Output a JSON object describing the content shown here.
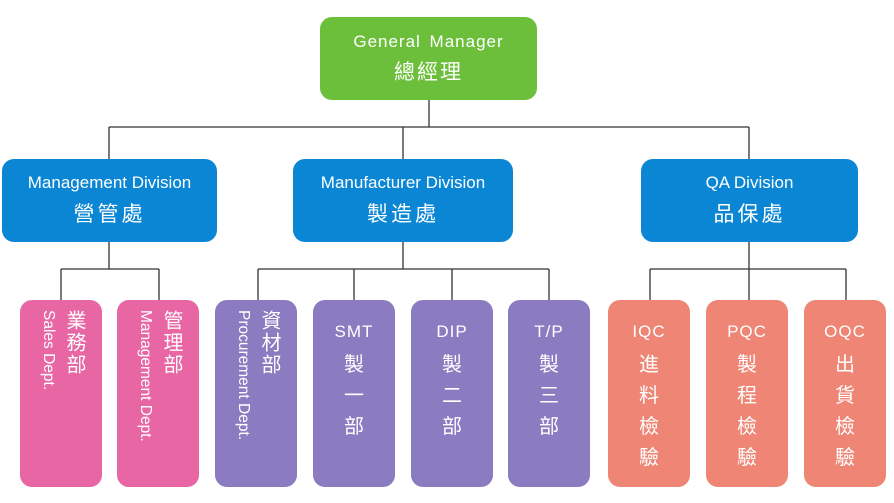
{
  "general_manager": {
    "en": "General Manager",
    "zh": "總經理"
  },
  "divisions": [
    {
      "en": "Management Division",
      "zh": "營管處"
    },
    {
      "en": "Manufacturer Division",
      "zh": "製造處"
    },
    {
      "en": "QA Division",
      "zh": "品保處"
    }
  ],
  "departments": {
    "sales": {
      "zh": "業務部",
      "en": "Sales Dept."
    },
    "management": {
      "zh": "管理部",
      "en": "Management Dept."
    },
    "procurement": {
      "zh": "資材部",
      "en": "Procurement Dept."
    },
    "smt": {
      "code": "SMT",
      "zh": [
        "製",
        "一",
        "部"
      ]
    },
    "dip": {
      "code": "DIP",
      "zh": [
        "製",
        "二",
        "部"
      ]
    },
    "tp": {
      "code": "T/P",
      "zh": [
        "製",
        "三",
        "部"
      ]
    },
    "iqc": {
      "code": "IQC",
      "zh": [
        "進",
        "料",
        "檢",
        "驗"
      ]
    },
    "pqc": {
      "code": "PQC",
      "zh": [
        "製",
        "程",
        "檢",
        "驗"
      ]
    },
    "oqc": {
      "code": "OQC",
      "zh": [
        "出",
        "貨",
        "檢",
        "驗"
      ]
    }
  },
  "colors": {
    "general_manager": "#6cbf3a",
    "division": "#0a86d4",
    "management_depts": "#e766a3",
    "manufacturing_depts": "#8b7bc0",
    "qa_depts": "#ee8575",
    "connector": "#333333"
  }
}
